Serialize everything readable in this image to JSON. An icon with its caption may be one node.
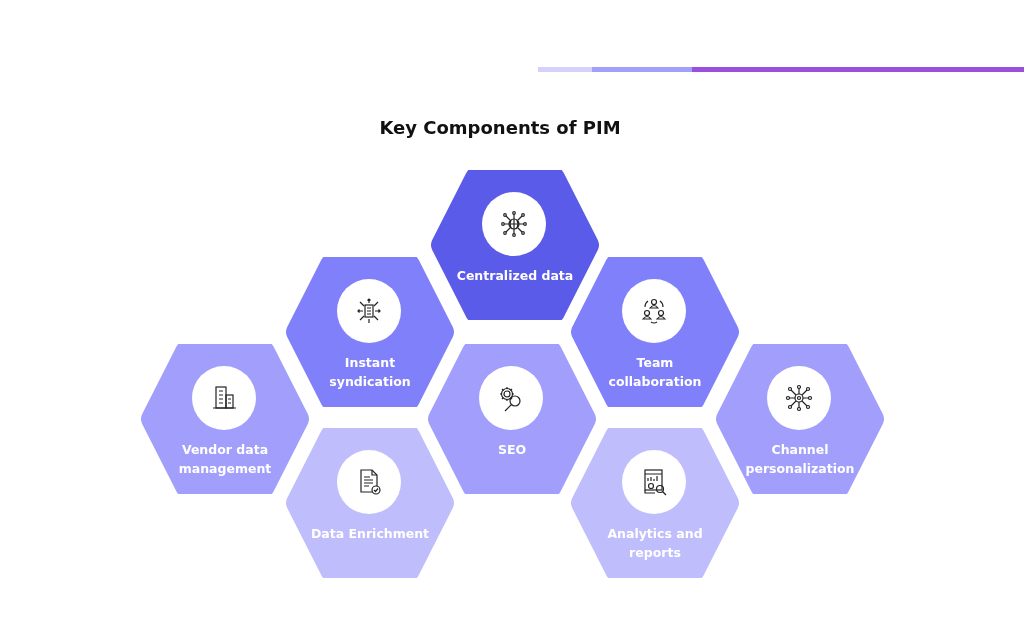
{
  "diagram": {
    "title": "Key Components of PIM",
    "nodes": [
      {
        "text": [
          "Centralized data"
        ]
      },
      {
        "text": [
          "Instant syndication"
        ]
      },
      {
        "text": [
          "Team collaboration"
        ]
      },
      {
        "text": [
          "Vendor data management"
        ]
      },
      {
        "text": [
          "SEO"
        ]
      },
      {
        "text": [
          "Channel personalization"
        ]
      },
      {
        "text": [
          "Data Enrichment"
        ]
      },
      {
        "text": [
          "Analytics and reports"
        ]
      }
    ],
    "edges": []
  }
}
